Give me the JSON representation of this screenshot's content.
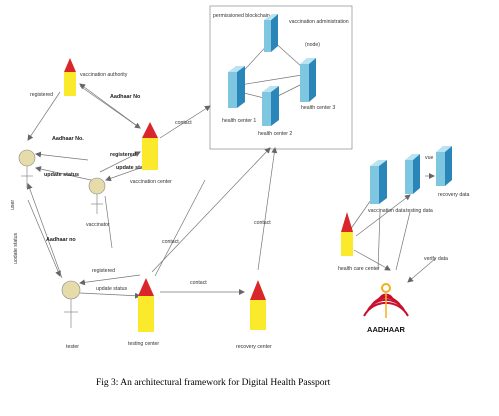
{
  "diagram": {
    "caption": "Fig 3: An architectural framework for Digital Health Passport",
    "blockchain_box": {
      "title": "permissioned blockchain",
      "vaccination_administration": "vaccination administration",
      "node_label": "(node)",
      "health_center_1": "health center 1",
      "health_center_2": "health center 2",
      "health_center_3": "health center 3"
    },
    "actors": {
      "vaccination_authority": "vaccination authority",
      "vaccination_center": "vaccination center",
      "user": "user",
      "vaccinator": "vaccinator",
      "tester": "tester",
      "testing_center": "testing center",
      "recovery_center": "recovery center",
      "health_care_center": "health care center"
    },
    "edges": {
      "registered_1": "registered",
      "aadhaar_no_1": "Aadhaar No",
      "aadhaar_no_2": "Aadhaar No.",
      "registered_2": "registered",
      "update_status_1": "update status",
      "update_status_2": "update status",
      "aadhaar_no_3": "Aadhaar no",
      "update_status_3": "uodate status",
      "registered_3": "registered",
      "update_status_4": "update status",
      "contact_1": "contact",
      "contact_2": "contact",
      "contact_3": "contact",
      "contact_4": "contact",
      "verify_data": "verify data",
      "vue": "vue"
    },
    "data_stores": {
      "vaccination_data": "vaccination data",
      "testing_data": "testing data",
      "recovery_data": "recovery data"
    },
    "aadhaar_logo_text": "AADHAAR",
    "colors": {
      "cube_front": "#7fc7e0",
      "cube_side": "#2a86b8",
      "cube_top": "#b9e3f2",
      "house_body": "#fbea2b",
      "house_roof": "#d9262a",
      "figure_head": "#e6dcaa",
      "aadhaar_red": "#c8102e",
      "aadhaar_yellow": "#f2b01e"
    }
  }
}
